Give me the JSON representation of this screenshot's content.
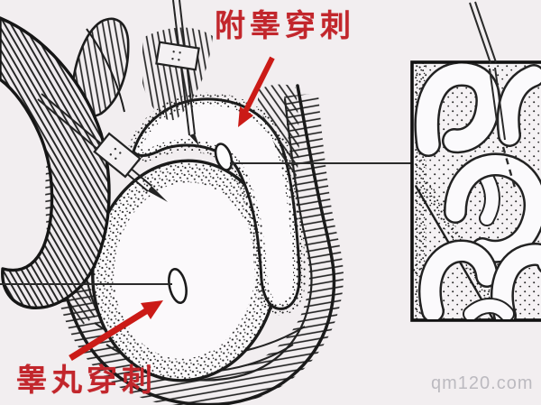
{
  "labels": {
    "epididymal_puncture": "附睾穿刺",
    "testicular_puncture": "睾丸穿刺"
  },
  "watermark": "qm120.com",
  "colors": {
    "background": "#f2eef0",
    "label_red": "#c2262c",
    "arrow_red": "#cb1b17",
    "line_ink": "#1c1c1c",
    "watermark_gray": "#9898a0"
  },
  "arrows": [
    {
      "name": "epididymal-puncture-arrow",
      "direction": "down-left"
    },
    {
      "name": "testicular-puncture-arrow",
      "direction": "up-right"
    }
  ],
  "figure_parts": [
    "penis",
    "scrotum-wall",
    "testis",
    "epididymis",
    "epididymis-needle",
    "testis-needle",
    "epididymis-puncture-site",
    "testis-puncture-site",
    "magnified-inset-of-epididymal-tubules",
    "inset-needle"
  ]
}
